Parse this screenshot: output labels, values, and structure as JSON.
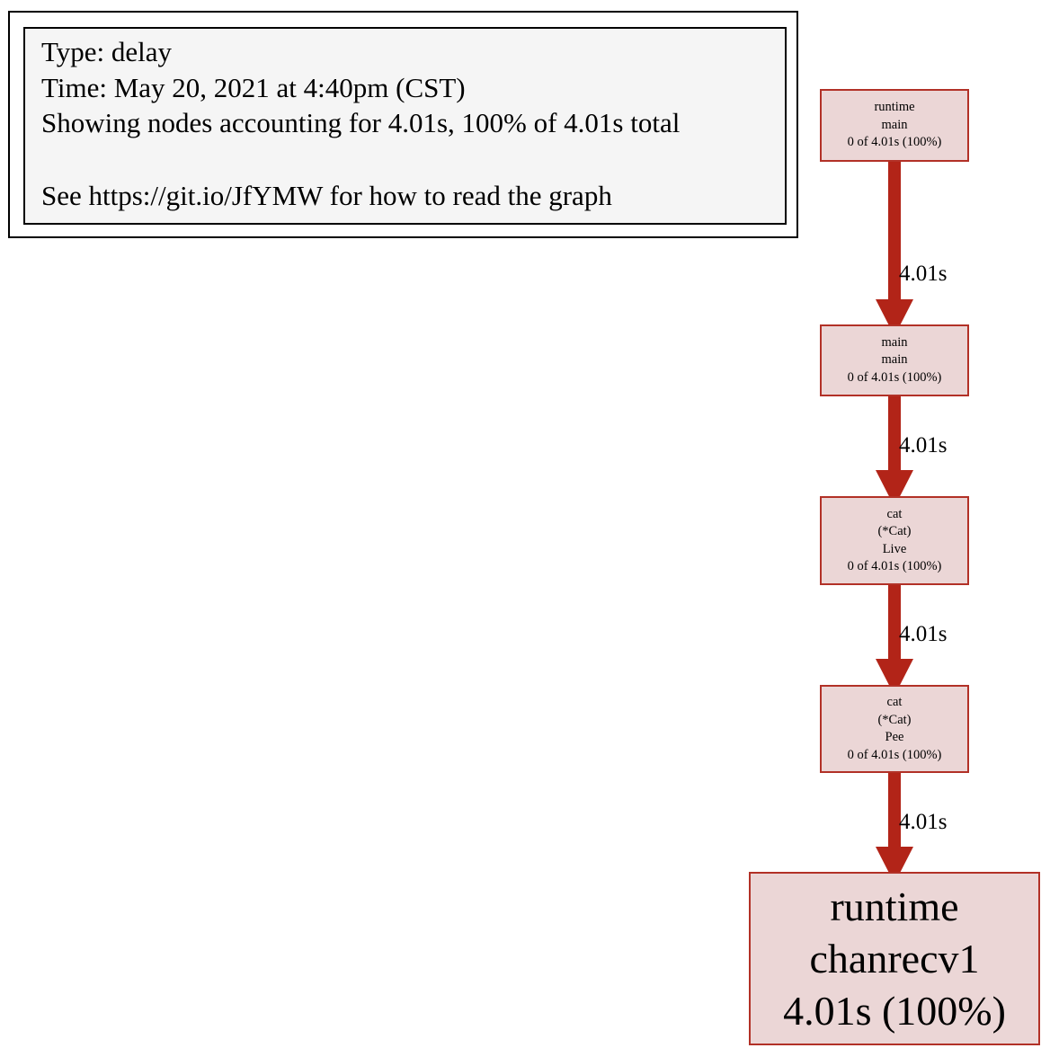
{
  "legend": {
    "lines": [
      "Type: delay",
      "Time: May 20, 2021 at 4:40pm (CST)",
      "Showing nodes accounting for 4.01s, 100% of 4.01s total",
      "See https://git.io/JfYMW for how to read the graph"
    ]
  },
  "nodes": [
    {
      "lines": [
        "runtime",
        "main",
        "0 of 4.01s (100%)"
      ]
    },
    {
      "lines": [
        "main",
        "main",
        "0 of 4.01s (100%)"
      ]
    },
    {
      "lines": [
        "cat",
        "(*Cat)",
        "Live",
        "0 of 4.01s (100%)"
      ]
    },
    {
      "lines": [
        "cat",
        "(*Cat)",
        "Pee",
        "0 of 4.01s (100%)"
      ]
    },
    {
      "lines": [
        "runtime",
        "chanrecv1",
        "4.01s (100%)"
      ]
    }
  ],
  "edges": [
    {
      "label": "4.01s"
    },
    {
      "label": "4.01s"
    },
    {
      "label": "4.01s"
    },
    {
      "label": "4.01s"
    }
  ],
  "colors": {
    "edge": "#b22418",
    "node_fill": "#ebd6d6",
    "node_border": "#b23127",
    "legend_fill": "#f5f5f5"
  }
}
